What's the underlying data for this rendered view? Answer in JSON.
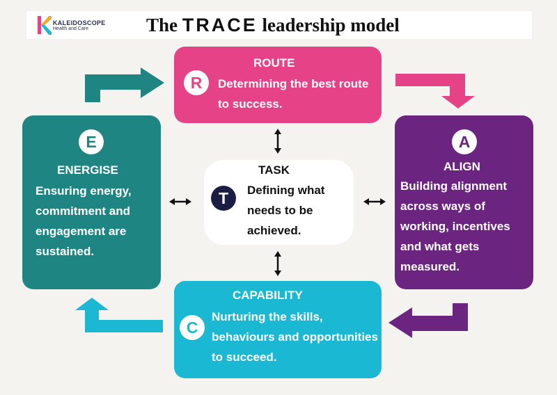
{
  "header": {
    "logo_name": "KALEIDOSCOPE",
    "logo_sub": "Health and Care",
    "title_prefix": "The",
    "title_mid": "TRACE",
    "title_suffix": "leadership model"
  },
  "boxes": {
    "route": {
      "letter": "R",
      "title": "ROUTE",
      "description": "Determining the best route to success.",
      "color": "#e54287"
    },
    "align": {
      "letter": "A",
      "title": "ALIGN",
      "description": "Building alignment across ways of working, incentives and what gets measured.",
      "color": "#6b2581"
    },
    "capability": {
      "letter": "C",
      "title": "CAPABILITY",
      "description": "Nurturing the skills, behaviours and opportunities to succeed.",
      "color": "#1ab8d2"
    },
    "energise": {
      "letter": "E",
      "title": "ENERGISE",
      "description": "Ensuring energy, commitment and engagement are sustained.",
      "color": "#1f8583"
    },
    "task": {
      "letter": "T",
      "title": "TASK",
      "description": "Defining what needs to be achieved.",
      "color": "#1c1d44"
    }
  },
  "colors": {
    "background": "#f5f3f0",
    "cycle_arrow_teal": "#1f8583",
    "cycle_arrow_pink": "#e54287",
    "cycle_arrow_purple": "#6b2581",
    "cycle_arrow_cyan": "#1ab8d2",
    "connector_arrow": "#111111"
  },
  "icons": {
    "logo": "kaleidoscope-k-logo-icon",
    "cycle_arrows": [
      "bent-arrow-right-icon",
      "bent-arrow-down-icon",
      "bent-arrow-left-icon",
      "bent-arrow-up-icon"
    ],
    "connectors": [
      "double-arrow-vertical-icon",
      "double-arrow-horizontal-icon"
    ]
  }
}
